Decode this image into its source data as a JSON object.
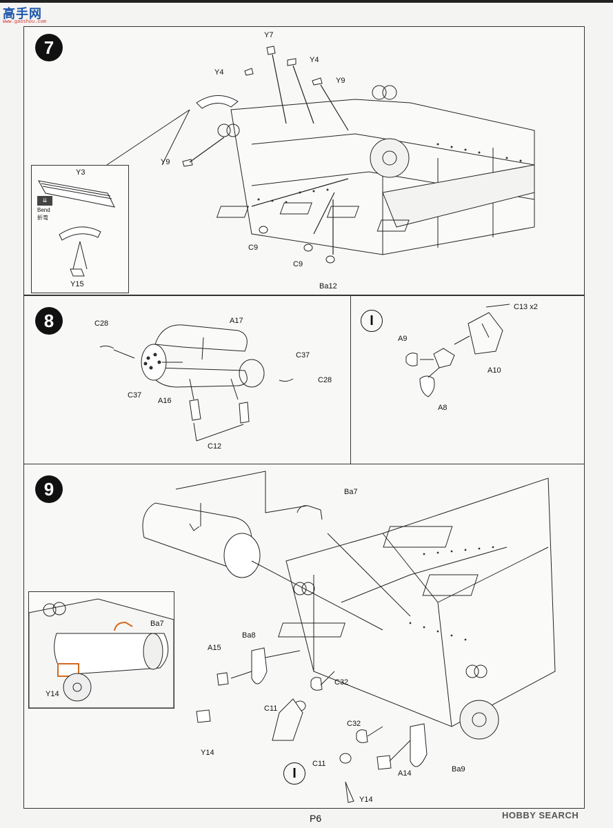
{
  "site_logo": {
    "text": "高手网",
    "url": "www.gaoshou.com"
  },
  "page_number": "P6",
  "watermark": "HOBBY SEARCH",
  "step7": {
    "number": "7",
    "labels": [
      "Y7",
      "Y4",
      "Y4",
      "Y9",
      "Y9",
      "C9",
      "C9",
      "Ba12"
    ],
    "inset": {
      "part": "Y3",
      "bend_label": "Bend",
      "bend_label_cn": "折弯",
      "part2": "Y15"
    }
  },
  "step8": {
    "number": "8",
    "labels": [
      "C28",
      "A17",
      "C37",
      "C28",
      "C37",
      "A16",
      "C12"
    ]
  },
  "stepI": {
    "mark": "I",
    "labels": [
      "C13 x2",
      "A9",
      "A10",
      "A8"
    ]
  },
  "step9": {
    "number": "9",
    "labels": [
      "Ba7",
      "Ba8",
      "A15",
      "C32",
      "C11",
      "Y14",
      "C32",
      "C11",
      "A14",
      "Ba9",
      "Y14"
    ],
    "inset": {
      "labels": [
        "Ba7",
        "Y14"
      ]
    },
    "mark": "I"
  }
}
